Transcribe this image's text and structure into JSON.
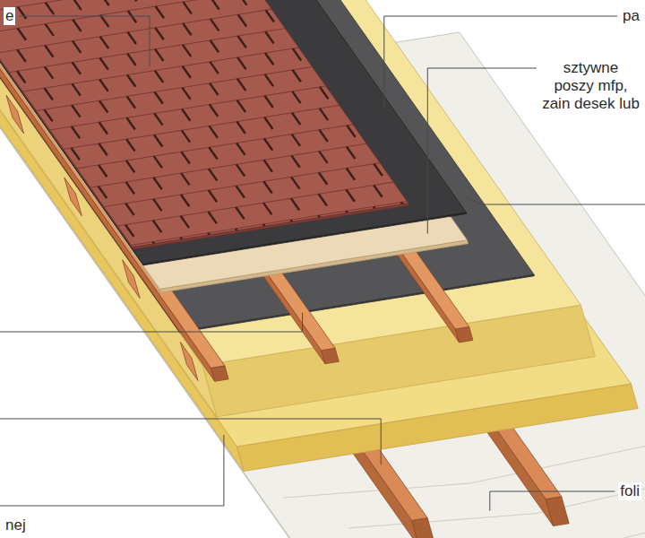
{
  "diagram": {
    "labels": [
      "e",
      "pa",
      "sztywne poszy mfp, zain desek lub",
      "foli",
      "nej"
    ]
  }
}
